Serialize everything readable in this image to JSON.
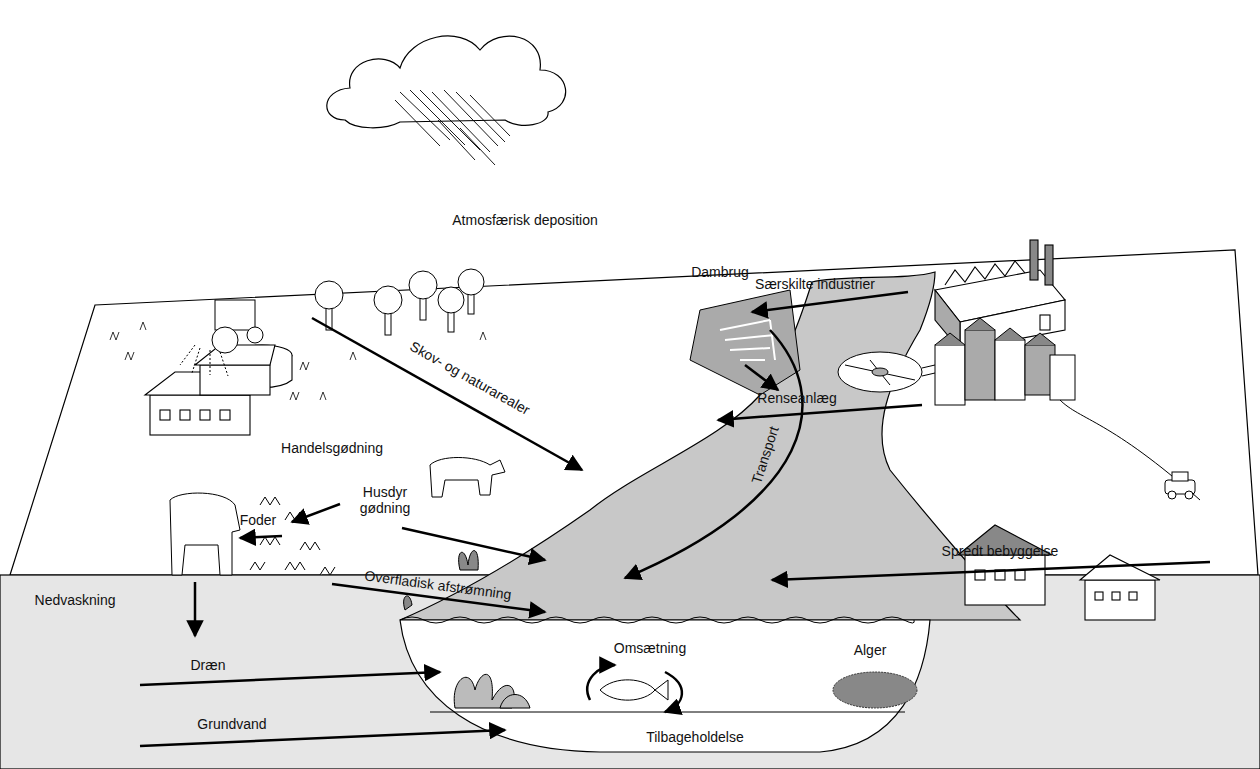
{
  "diagram": {
    "labels": [
      "Atmosfærisk deposition",
      "Dambrug",
      "Særskilte industrier",
      "Skov- og naturarealer",
      "Handelsgødning",
      "Husdyr gødning",
      "Transport",
      "Renseanlæg",
      "Foder",
      "Overfladisk afstrømning",
      "Spredt bebyggelse",
      "Nedvaskning",
      "Omsætning",
      "Alger",
      "Dræn",
      "Grundvand",
      "Tilbageholdelse"
    ]
  }
}
